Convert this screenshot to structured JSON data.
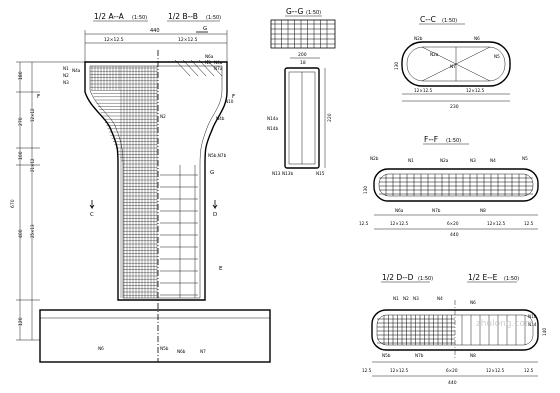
{
  "views": {
    "a_half": "1/2 A--A",
    "a_half_scale": "(1:50)",
    "b_half": "1/2 B--B",
    "b_half_scale": "(1:50)",
    "gg": "G--G",
    "gg_scale": "(1:50)",
    "cc": "C--C",
    "cc_scale": "(1:50)",
    "ff": "F--F",
    "ff_scale": "(1:50)",
    "d_half": "1/2 D--D",
    "d_half_scale": "(1:50)",
    "e_half": "1/2 E--E",
    "e_half_scale": "(1:50)"
  },
  "elevation": {
    "top_width": "440",
    "top_sub_left": "12×12.5",
    "top_sub_right": "12×12.5",
    "cut_g": "G",
    "cut_c": "C",
    "cut_d": "D",
    "cut_f": "F",
    "cut_e": "E",
    "left_dims": [
      "180",
      "270",
      "100",
      "400",
      "120"
    ],
    "left_total": "670",
    "left_sub_a": "12×12",
    "left_sub_b": "21×12",
    "left_sub_c": "25×13",
    "bars_left": [
      "N1",
      "N2",
      "N3",
      "N4a",
      "N6"
    ],
    "bars_right": [
      "N6a",
      "N3",
      "N4a",
      "N7a",
      "N10",
      "N4b",
      "N5b,N7b",
      "N2",
      "N5b",
      "N6b",
      "N7"
    ]
  },
  "section_gg": {
    "width": "200",
    "height": "220",
    "sub": "18",
    "labels": [
      "N14a",
      "N14b",
      "N13",
      "N13b",
      "N15"
    ]
  },
  "section_cc": {
    "width": "230",
    "sub_left": "12×12.5",
    "sub_right": "12×12.5",
    "side": "130",
    "labels": [
      "N2b",
      "N2a",
      "N7",
      "N6",
      "N5"
    ]
  },
  "section_ff": {
    "width": "440",
    "dims": [
      "12.5",
      "12×12.5",
      "6×20",
      "12×12.5",
      "12.5"
    ],
    "side": "130",
    "labels": [
      "N2b",
      "N1",
      "N2a",
      "N3",
      "N4",
      "N5",
      "N6a",
      "N7b",
      "N8"
    ]
  },
  "section_de": {
    "width": "440",
    "dims": [
      "12.5",
      "12×12.5",
      "6×20",
      "12×12.5",
      "12.5"
    ],
    "side": "140",
    "labels": [
      "N1",
      "N2",
      "N3",
      "N4",
      "N6",
      "N10",
      "N14",
      "N5b",
      "N7b",
      "N8"
    ]
  },
  "watermark": "zhulong.com"
}
